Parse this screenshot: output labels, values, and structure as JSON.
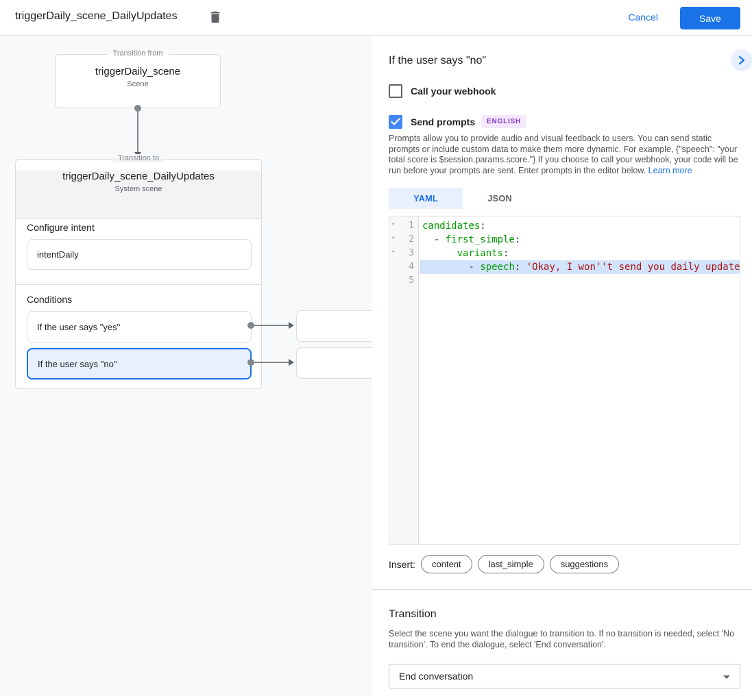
{
  "header": {
    "title": "triggerDaily_scene_DailyUpdates",
    "cancel_label": "Cancel",
    "save_label": "Save"
  },
  "diagram": {
    "from_box": {
      "legend": "Transition from",
      "title": "triggerDaily_scene",
      "subtitle": "Scene"
    },
    "to_box": {
      "legend": "Transition to",
      "title": "triggerDaily_scene_DailyUpdates",
      "subtitle": "System scene"
    },
    "intent_section": {
      "label": "Configure intent",
      "value": "intentDaily"
    },
    "conditions_section": {
      "label": "Conditions",
      "items": [
        {
          "label": "If the user says \"yes\"",
          "selected": false
        },
        {
          "label": "If the user says \"no\"",
          "selected": true
        }
      ]
    }
  },
  "panel": {
    "title": "If the user says \"no\"",
    "webhook_label": "Call your webhook",
    "prompts_label": "Send prompts",
    "language_badge": "ENGLISH",
    "description": "Prompts allow you to provide audio and visual feedback to users. You can send static prompts or include custom data to make them more dynamic. For example, {\"speech\": \"your total score is $session.params.score.\"} If you choose to call your webhook, your code will be run before your prompts are sent. Enter prompts in the editor below. ",
    "learn_more": "Learn more",
    "tabs": [
      {
        "label": "YAML",
        "active": true
      },
      {
        "label": "JSON",
        "active": false
      }
    ],
    "editor": {
      "lines": [
        {
          "num": "1",
          "fold": "▾",
          "pre": "",
          "key": "candidates",
          "punct": ":",
          "str": ""
        },
        {
          "num": "2",
          "fold": "▾",
          "pre": "  - ",
          "key": "first_simple",
          "punct": ":",
          "str": ""
        },
        {
          "num": "3",
          "fold": "▾",
          "pre": "      ",
          "key": "variants",
          "punct": ":",
          "str": ""
        },
        {
          "num": "4",
          "fold": "",
          "pre": "        - ",
          "key": "speech",
          "punct": ": ",
          "str": "'Okay, I won''t send you daily update"
        },
        {
          "num": "5",
          "fold": "",
          "pre": "",
          "key": "",
          "punct": "",
          "str": ""
        }
      ]
    },
    "insert_label": "Insert:",
    "chips": [
      "content",
      "last_simple",
      "suggestions"
    ]
  },
  "transition": {
    "title": "Transition",
    "description": "Select the scene you want the dialogue to transition to. If no transition is needed, select 'No transition'. To end the dialogue, select 'End conversation'.",
    "value": "End conversation"
  },
  "colors": {
    "accent": "#1a73e8",
    "selected_bg": "#e8f0fe",
    "badge_bg": "#f3e8fd",
    "badge_text": "#8430ce",
    "code_key": "#009900",
    "code_string": "#aa1111"
  }
}
